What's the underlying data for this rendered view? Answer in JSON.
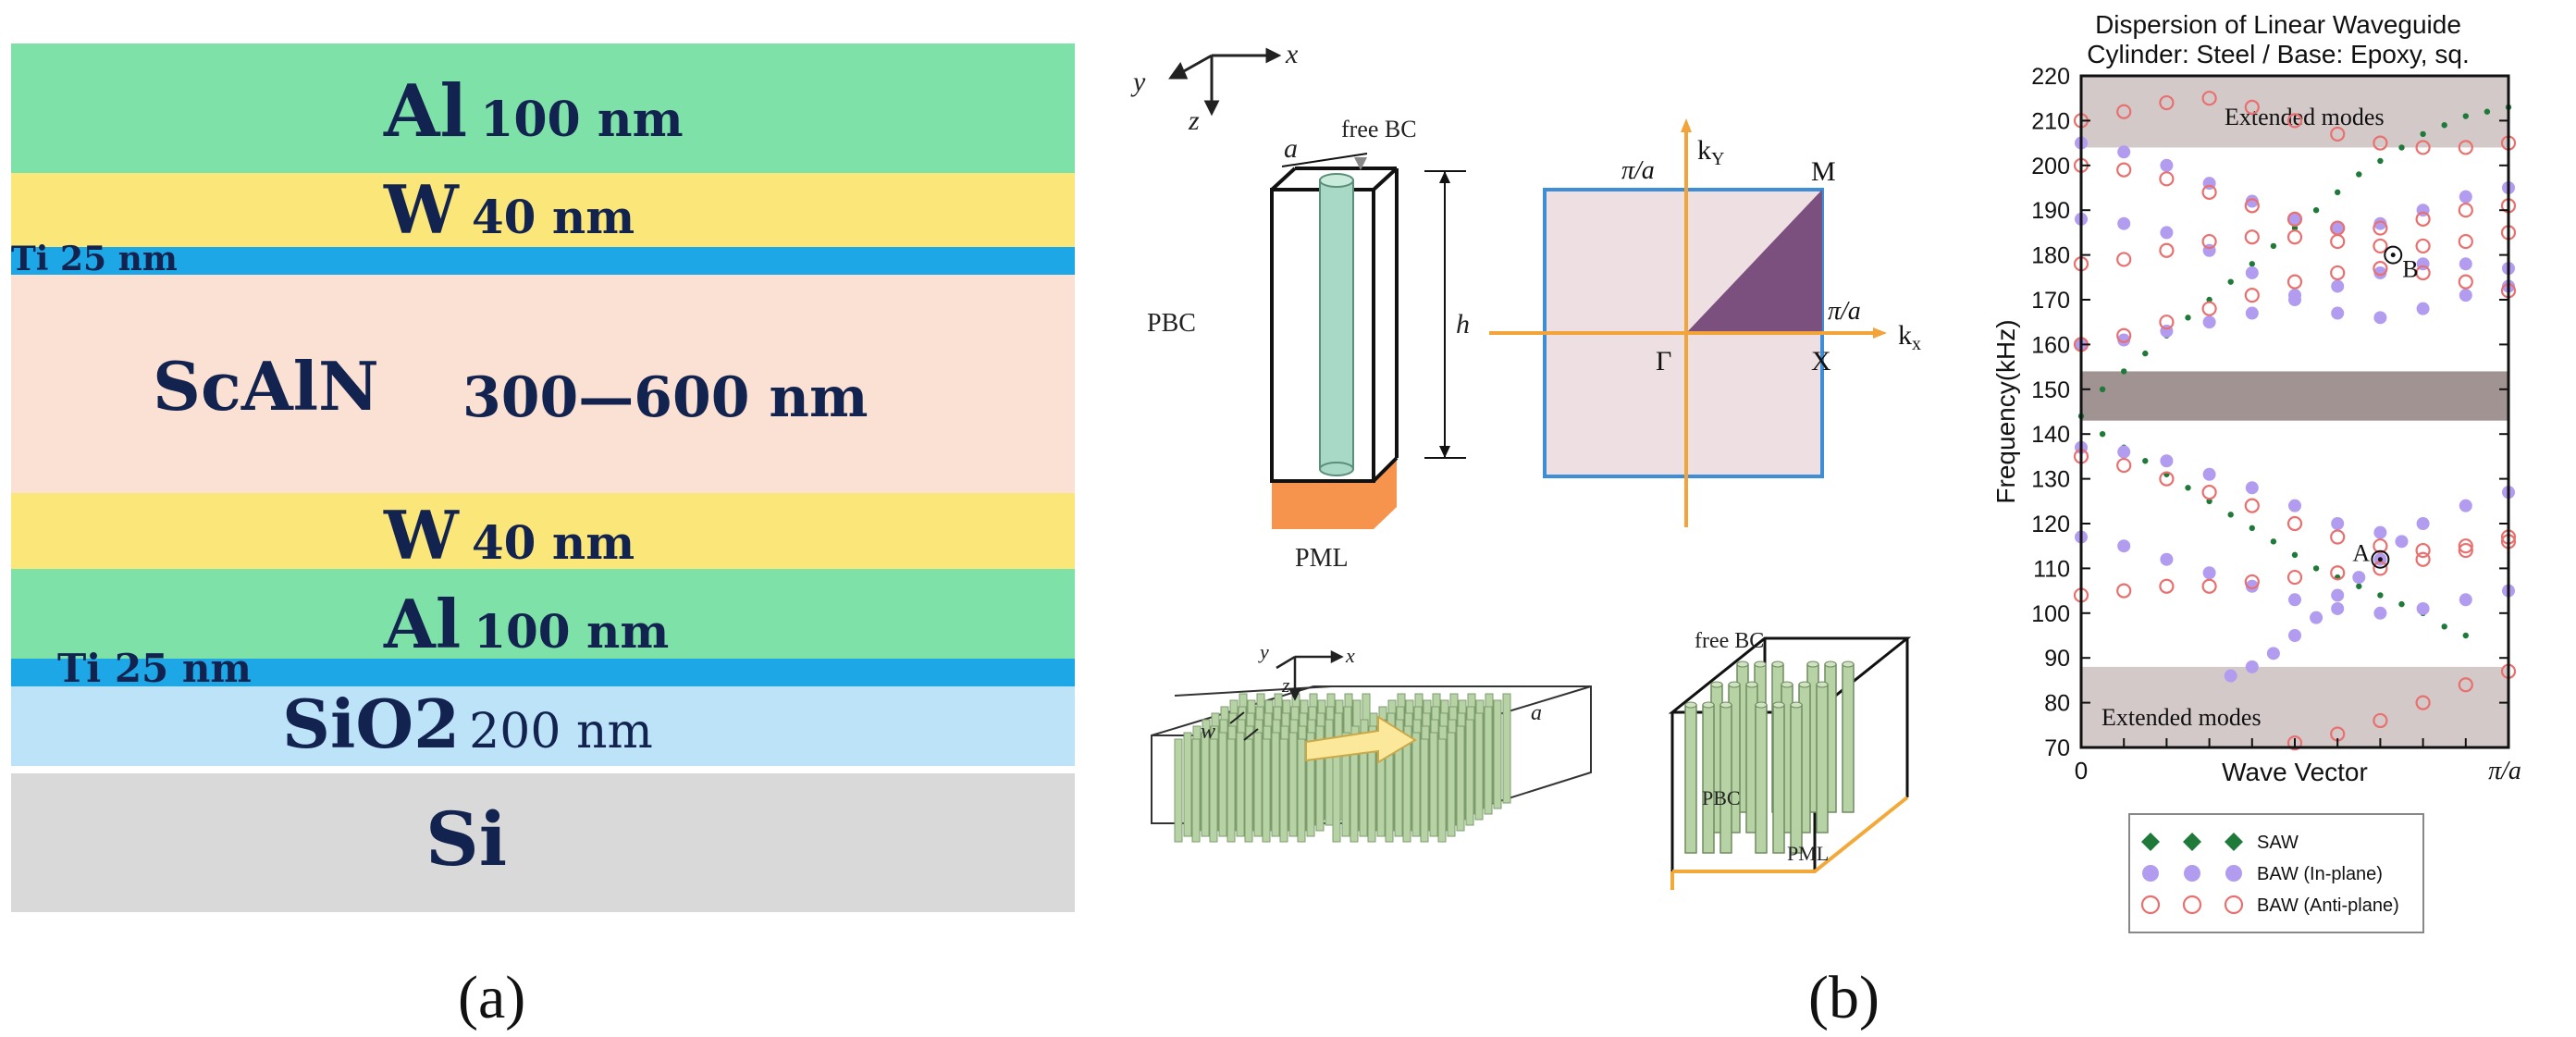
{
  "colors": {
    "al": "#7ee2a8",
    "w": "#fbe67a",
    "ti": "#1ea7e6",
    "scaln": "#fbe1d3",
    "sio2": "#bde3f8",
    "si": "#d9d9d9",
    "text_navy": "#13234f",
    "saw": "#1f7a3a",
    "baw_in": "#b29cf0",
    "baw_anti": "#e8706f",
    "band_gap": "#a29393",
    "extended": "#d4c9c9",
    "pml": "#f6944d",
    "cylinder": "#a8d9c6",
    "bz_fill": "#eedfe2",
    "bz_wedge": "#7b4f7e",
    "bz_axis": "#f2a43a",
    "bz_border": "#3d8ed6",
    "slab_edge": "#f2a93a",
    "pillar": "#b7d3a6"
  },
  "panel_a": {
    "label": "(a)",
    "layers": [
      {
        "key": "al_top",
        "name": "Al",
        "thickness": "100 nm"
      },
      {
        "key": "w_top",
        "name": "W",
        "thickness": "40 nm"
      },
      {
        "key": "ti_top",
        "name": "Ti 25 nm",
        "thickness": ""
      },
      {
        "key": "scaln",
        "name": "ScAlN",
        "thickness": "300—600 nm"
      },
      {
        "key": "w_bot",
        "name": "W",
        "thickness": "40 nm"
      },
      {
        "key": "al_bot",
        "name": "Al",
        "thickness": "100 nm"
      },
      {
        "key": "ti_bot",
        "name": "Ti 25 nm",
        "thickness": ""
      },
      {
        "key": "sio2",
        "name": "SiO2",
        "thickness": "200 nm"
      },
      {
        "key": "si",
        "name": "Si",
        "thickness": ""
      }
    ]
  },
  "panel_b": {
    "label": "(b)",
    "unit_cell": {
      "axis_x": "x",
      "axis_y": "y",
      "axis_z": "z",
      "a": "a",
      "h": "h",
      "free_bc": "free BC",
      "pbc": "PBC",
      "pml": "PML"
    },
    "brillouin": {
      "ky": "k",
      "ky_sub": "Y",
      "kx": "k",
      "kx_sub": "x",
      "pi_a_top": "π/a",
      "pi_a_right": "π/a",
      "gamma": "Γ",
      "x_pt": "X",
      "m_pt": "M"
    },
    "slab": {
      "axis_x": "x",
      "axis_y": "y",
      "axis_z": "z",
      "a": "a",
      "w": "w",
      "free_bc": "free BC",
      "pbc": "PBC",
      "pml": "PML"
    }
  },
  "chart_data": {
    "type": "scatter",
    "title": "Dispersion of Linear Waveguide",
    "subtitle": "Cylinder: Steel / Base: Epoxy, sq.",
    "xlabel": "Wave Vector",
    "ylabel": "Frequency(kHz)",
    "x_tick_labels": [
      "0",
      "π/a"
    ],
    "xlim": [
      0,
      1
    ],
    "ylim": [
      70,
      220
    ],
    "yticks": [
      70,
      80,
      90,
      100,
      110,
      120,
      130,
      140,
      150,
      160,
      170,
      180,
      190,
      200,
      210,
      220
    ],
    "regions": [
      {
        "label": "Extended modes",
        "kind": "extended",
        "y_from": 204,
        "y_to": 220
      },
      {
        "label": "",
        "kind": "gap",
        "y_from": 143,
        "y_to": 154
      },
      {
        "label": "Extended modes",
        "kind": "extended",
        "y_from": 70,
        "y_to": 88
      }
    ],
    "annotations": [
      {
        "text": "A",
        "x": 0.7,
        "y": 112
      },
      {
        "text": "B",
        "x": 0.73,
        "y": 180
      }
    ],
    "legend": {
      "placement": "bottom",
      "entries": [
        {
          "label": "SAW",
          "marker": "diamond"
        },
        {
          "label": "BAW (In-plane)",
          "marker": "filled-circle"
        },
        {
          "label": "BAW (Anti-plane)",
          "marker": "open-circle"
        }
      ]
    },
    "series": [
      {
        "name": "SAW",
        "marker": "diamond",
        "x": [
          0,
          0.05,
          0.1,
          0.15,
          0.2,
          0.25,
          0.3,
          0.35,
          0.4,
          0.45,
          0.5,
          0.55,
          0.6,
          0.65,
          0.7,
          0.75,
          0.8,
          0.85,
          0.9,
          0.95,
          1.0,
          0.05,
          0.1,
          0.15,
          0.2,
          0.25,
          0.3,
          0.35,
          0.4,
          0.45,
          0.5,
          0.55,
          0.6,
          0.65,
          0.7,
          0.75,
          0.8,
          0.85,
          0.9
        ],
        "y": [
          144,
          150,
          154,
          158,
          162,
          166,
          170,
          174,
          178,
          182,
          186,
          190,
          194,
          198,
          201,
          204,
          207,
          209,
          211,
          212,
          213,
          140,
          137,
          134,
          131,
          128,
          125,
          122,
          119,
          116,
          113,
          110,
          108,
          106,
          104,
          102,
          100,
          97,
          95
        ]
      },
      {
        "name": "BAW (In-plane)",
        "marker": "filled-circle",
        "x": [
          0,
          0.1,
          0.2,
          0.3,
          0.4,
          0.5,
          0.6,
          0.7,
          0.8,
          0.9,
          1.0,
          0,
          0.1,
          0.2,
          0.3,
          0.4,
          0.5,
          0.6,
          0.7,
          0.8,
          0.9,
          1.0,
          0,
          0.1,
          0.2,
          0.3,
          0.4,
          0.5,
          0.6,
          0.7,
          0.8,
          0.9,
          1.0,
          0,
          0.1,
          0.2,
          0.3,
          0.4,
          0.5,
          0.6,
          0.7,
          0.8,
          0.9,
          1.0,
          0,
          0.1,
          0.2,
          0.3,
          0.4,
          0.5,
          0.6,
          0.7,
          0.8,
          0.9,
          1.0,
          0.35,
          0.4,
          0.45,
          0.5,
          0.55,
          0.6,
          0.65,
          0.7,
          0.75
        ],
        "y": [
          205,
          203,
          200,
          196,
          192,
          188,
          186,
          187,
          190,
          193,
          195,
          188,
          187,
          185,
          181,
          176,
          171,
          167,
          166,
          168,
          171,
          173,
          160,
          161,
          163,
          165,
          167,
          170,
          173,
          176,
          178,
          178,
          177,
          137,
          136,
          134,
          131,
          128,
          124,
          120,
          118,
          120,
          124,
          127,
          117,
          115,
          112,
          109,
          106,
          103,
          101,
          100,
          101,
          103,
          105,
          86,
          88,
          91,
          95,
          99,
          104,
          108,
          112,
          116
        ]
      },
      {
        "name": "BAW (Anti-plane)",
        "marker": "open-circle",
        "x": [
          0,
          0.1,
          0.2,
          0.3,
          0.4,
          0.5,
          0.6,
          0.7,
          0.8,
          0.9,
          1.0,
          0,
          0.1,
          0.2,
          0.3,
          0.4,
          0.5,
          0.6,
          0.7,
          0.8,
          0.9,
          1.0,
          0,
          0.1,
          0.2,
          0.3,
          0.4,
          0.5,
          0.6,
          0.7,
          0.8,
          0.9,
          1.0,
          0,
          0.1,
          0.2,
          0.3,
          0.4,
          0.5,
          0.6,
          0.7,
          0.8,
          0.9,
          1.0,
          0,
          0.1,
          0.2,
          0.3,
          0.4,
          0.5,
          0.6,
          0.7,
          0.8,
          0.9,
          1.0,
          0,
          0.1,
          0.2,
          0.3,
          0.4,
          0.5,
          0.6,
          0.7,
          0.8,
          0.9,
          1.0,
          0.5,
          0.6,
          0.7,
          0.8,
          0.9,
          1.0
        ],
        "y": [
          210,
          212,
          214,
          215,
          213,
          210,
          207,
          205,
          204,
          204,
          205,
          200,
          199,
          197,
          194,
          191,
          188,
          186,
          186,
          188,
          190,
          191,
          178,
          179,
          181,
          183,
          184,
          184,
          183,
          182,
          182,
          183,
          185,
          160,
          162,
          165,
          168,
          171,
          174,
          176,
          177,
          176,
          174,
          172,
          135,
          133,
          130,
          127,
          124,
          120,
          117,
          115,
          114,
          115,
          117,
          104,
          105,
          106,
          106,
          107,
          108,
          109,
          110,
          112,
          114,
          116,
          71,
          73,
          76,
          80,
          84,
          87
        ]
      }
    ]
  }
}
